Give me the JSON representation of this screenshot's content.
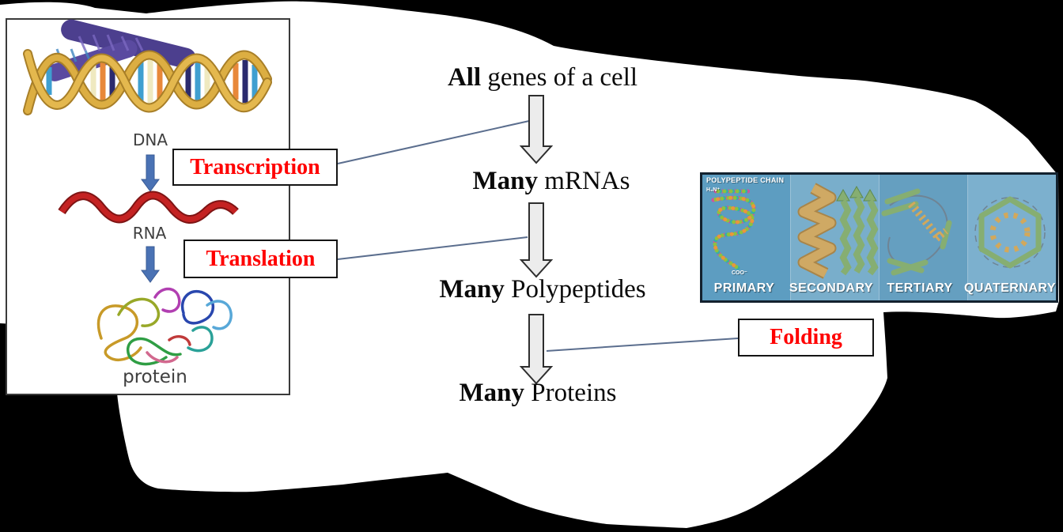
{
  "flow": {
    "steps": [
      {
        "bold": "All",
        "rest": " genes of a cell"
      },
      {
        "bold": "Many",
        "rest": " mRNAs"
      },
      {
        "bold": "Many",
        "rest": " Polypeptides"
      },
      {
        "bold": "Many",
        "rest": " Proteins"
      }
    ]
  },
  "process_labels": {
    "transcription": "Transcription",
    "translation": "Translation",
    "folding": "Folding"
  },
  "left_figure": {
    "dna_label": "DNA",
    "rna_label": "RNA",
    "protein_label": "protein"
  },
  "right_figure": {
    "chain_title": "POLYPEPTIDE CHAIN",
    "n_terminus": "H₃N⁺",
    "c_terminus": "COO⁻",
    "panels": [
      {
        "label": "PRIMARY"
      },
      {
        "label": "SECONDARY"
      },
      {
        "label": "TERTIARY"
      },
      {
        "label": "QUATERNARY"
      }
    ]
  },
  "colors": {
    "canvas_bg": "#000000",
    "slide_bg": "#ffffff",
    "process_label_red": "#ff0000",
    "connector_line": "#5b6e8e",
    "flow_arrow_fill": "#ececec",
    "blue_arrow": "#4a72b4",
    "panel_blues": [
      "#5d9dc1",
      "#79aecb",
      "#659fc0",
      "#7cb0ce"
    ]
  }
}
